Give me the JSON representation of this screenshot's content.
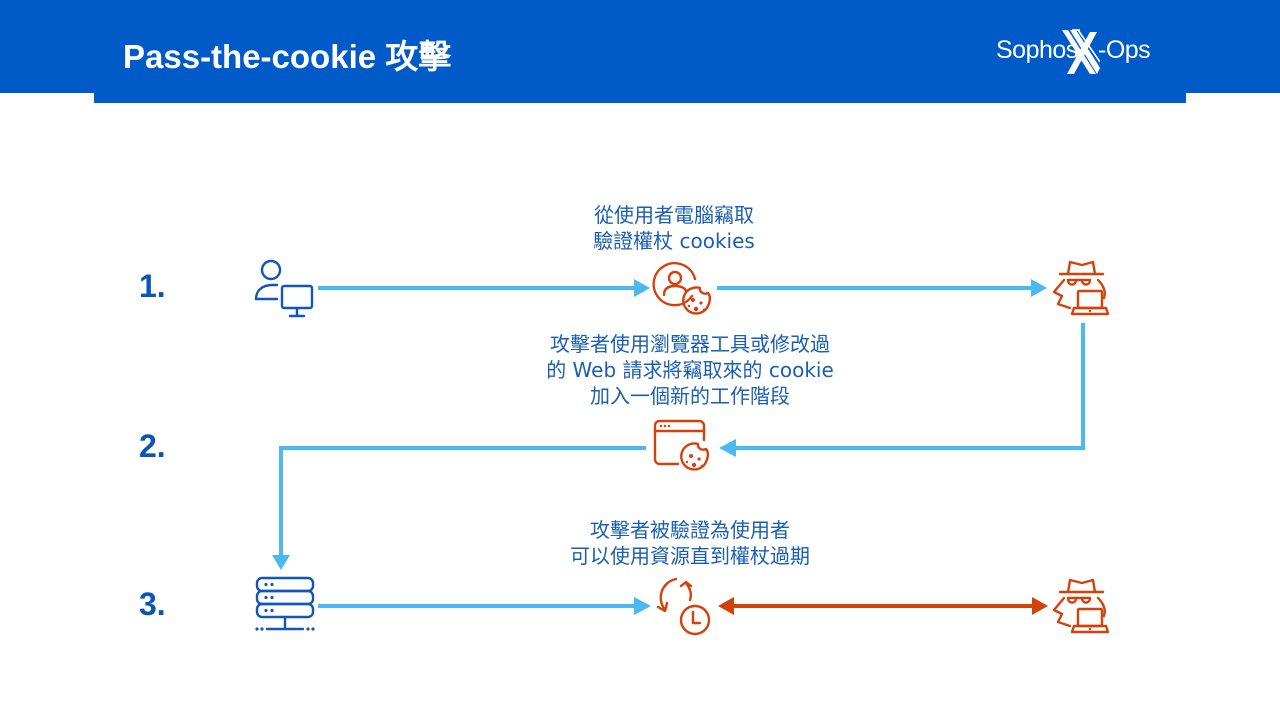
{
  "header": {
    "title": "Pass-the-cookie 攻擊",
    "logo": {
      "brand": "Sophos",
      "product_suffix": "-Ops"
    }
  },
  "colors": {
    "header_bg": "#005bc8",
    "flow_arrow": "#4cb8f0",
    "attacker_arrow": "#d4420c",
    "user_icon": "#1257b8",
    "attacker_icon": "#d4420c",
    "caption_text": "#1a5fb4",
    "step_number": "#0a55b8"
  },
  "steps": [
    {
      "number": "1.",
      "caption": [
        "從使用者電腦竊取",
        "驗證權杖 cookies"
      ],
      "nodes": [
        {
          "icon": "user-computer-icon"
        },
        {
          "icon": "user-cookie-icon"
        },
        {
          "icon": "attacker-laptop-icon"
        }
      ]
    },
    {
      "number": "2.",
      "caption": [
        "攻擊者使用瀏覽器工具或修改過",
        "的 Web 請求將竊取來的 cookie",
        "加入一個新的工作階段"
      ],
      "nodes": [
        {
          "icon": "browser-cookie-icon"
        }
      ]
    },
    {
      "number": "3.",
      "caption": [
        "攻擊者被驗證為使用者",
        "可以使用資源直到權杖過期"
      ],
      "nodes": [
        {
          "icon": "server-icon"
        },
        {
          "icon": "session-clock-icon"
        },
        {
          "icon": "attacker-laptop-icon"
        }
      ]
    }
  ]
}
